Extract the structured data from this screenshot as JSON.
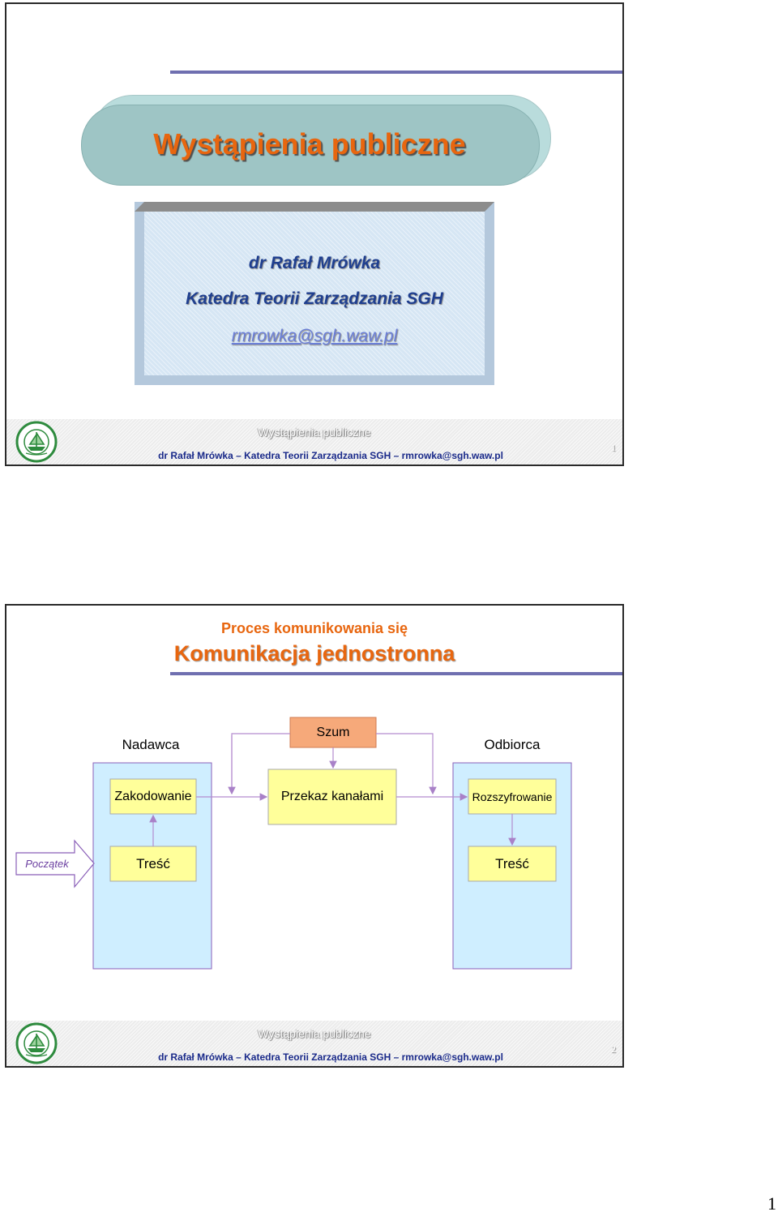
{
  "slide1": {
    "title": "Wystąpienia publiczne",
    "author": "dr Rafał Mrówka",
    "department": "Katedra Teorii Zarządzania SGH",
    "email": "rmrowka@sgh.waw.pl",
    "footer_title": "Wystąpienia publiczne",
    "footer_author": "dr Rafał Mrówka – Katedra Teorii Zarządzania SGH – rmrowka@sgh.waw.pl",
    "page_number": "1"
  },
  "slide2": {
    "subtitle": "Proces komunikowania się",
    "title": "Komunikacja jednostronna",
    "diagram": {
      "sender_label": "Nadawca",
      "noise_label": "Szum",
      "receiver_label": "Odbiorca",
      "encoding_label": "Zakodowanie",
      "channel_label": "Przekaz kanałami",
      "decoding_label": "Rozszyfrowanie",
      "start_label": "Początek",
      "content_sender_label": "Treść",
      "content_receiver_label": "Treść"
    },
    "footer_title": "Wystąpienia publiczne",
    "footer_author": "dr Rafał Mrówka – Katedra Teorii Zarządzania SGH – rmrowka@sgh.waw.pl",
    "page_number": "2"
  },
  "document_page_number": "1",
  "colors": {
    "title_orange": "#e8660f",
    "navy_text": "#1a2a8a",
    "box_yellow": "#ffff9a",
    "box_blue": "#cfeeff",
    "noise_box": "#f6a97a",
    "connector": "#b38ccf"
  },
  "icons": {
    "logo": "sgh-seal-logo",
    "start_arrow": "block-arrow-right-icon"
  }
}
